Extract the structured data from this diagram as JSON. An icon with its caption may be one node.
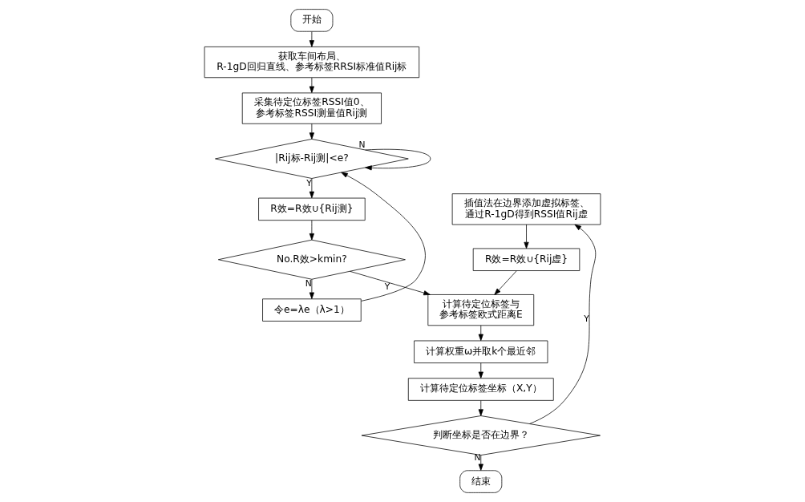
{
  "diagram": {
    "nodes": [
      {
        "text": [
          "开始"
        ]
      },
      {
        "text": [
          "获取车间布局、R-1gD回归直线、参考标签RRSI标准值Rij标"
        ]
      },
      {
        "text": [
          "采集待定位标签RSSI值0、参考标签RSSI测量值Rij测"
        ]
      },
      {
        "text": [
          "|Rij标-Rij测|<e?"
        ]
      },
      {
        "text": [
          "R效=R效∪{Rij测}"
        ]
      },
      {
        "text": [
          "No.R效>kmin?"
        ]
      },
      {
        "text": [
          "令e=λe（λ>1）"
        ]
      },
      {
        "text": [
          "插值法在边界添加虚拟标签、通过R-1gD得到RSSI值Rij虚"
        ]
      },
      {
        "text": [
          "R效=R效∪{Rij虚}"
        ]
      },
      {
        "text": [
          "计算待定位标签与参考标签欧式距离E"
        ]
      },
      {
        "text": [
          "计算权重ω并取k个最近邻"
        ]
      },
      {
        "text": [
          "计算待定位标签坐标（X,Y）"
        ]
      },
      {
        "text": [
          "判断坐标是否在边界？"
        ]
      },
      {
        "text": [
          "结束"
        ]
      }
    ],
    "edges": [
      {
        "from": 0,
        "to": 1,
        "arrow": "to"
      },
      {
        "from": 1,
        "to": 2,
        "arrow": "to"
      },
      {
        "from": 2,
        "to": 3,
        "arrow": "to"
      },
      {
        "from": 3,
        "to": 4,
        "label": "Y",
        "arrow": "to"
      },
      {
        "from": 3,
        "to": 3,
        "label": "N",
        "arrow": "to"
      },
      {
        "from": 4,
        "to": 5,
        "arrow": "to"
      },
      {
        "from": 5,
        "to": 6,
        "label": "N",
        "arrow": "to"
      },
      {
        "from": 6,
        "to": 3,
        "arrow": "to"
      },
      {
        "from": 5,
        "to": 9,
        "label": "Y",
        "arrow": "to"
      },
      {
        "from": 7,
        "to": 8,
        "arrow": "to"
      },
      {
        "from": 8,
        "to": 9,
        "arrow": "to"
      },
      {
        "from": 9,
        "to": 10,
        "arrow": "to"
      },
      {
        "from": 10,
        "to": 11,
        "arrow": "to"
      },
      {
        "from": 11,
        "to": 12,
        "arrow": "to"
      },
      {
        "from": 12,
        "to": 7,
        "label": "Y",
        "arrow": "to"
      },
      {
        "from": 12,
        "to": 13,
        "label": "N",
        "arrow": "to"
      }
    ]
  }
}
